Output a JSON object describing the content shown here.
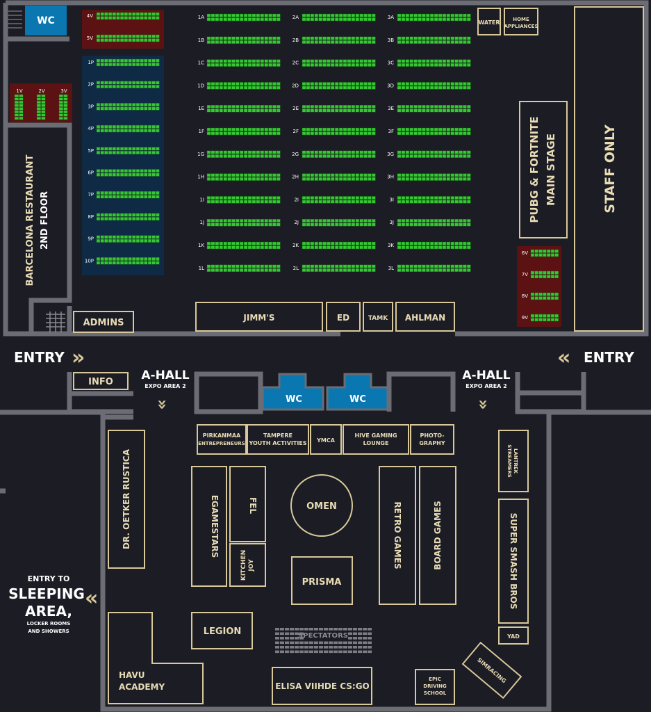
{
  "colors": {
    "background": "#1c1c25",
    "wall": "#6b6c74",
    "room_border": "#d8c89a",
    "text": "#e8dcb5",
    "white_text": "#ffffff",
    "wc_fill": "#0b77b1",
    "seat_green": "#36c734",
    "seat_border": "#1a5a17",
    "vip_fill": "#5c1212",
    "pro_fill": "#0e2a44",
    "spectator_gray": "#7c7c86",
    "icon_fill": "#d8c89a"
  },
  "wc_top": "WC",
  "wc_lower_left": "WC",
  "wc_lower_right": "WC",
  "vip_block_top": [
    "4V",
    "5V"
  ],
  "vip_block_left": [
    "1V",
    "2V",
    "3V"
  ],
  "vip_block_right": [
    "6V",
    "7V",
    "8V",
    "9V"
  ],
  "pro_rows": [
    "1P",
    "2P",
    "3P",
    "4P",
    "5P",
    "6P",
    "7P",
    "8P",
    "9P",
    "10P"
  ],
  "col1_rows": [
    "1A",
    "1B",
    "1C",
    "1D",
    "1E",
    "1F",
    "1G",
    "1H",
    "1I",
    "1J",
    "1K",
    "1L"
  ],
  "col2_rows": [
    "2A",
    "2B",
    "2C",
    "2D",
    "2E",
    "2F",
    "2G",
    "2H",
    "2I",
    "2J",
    "2K",
    "2L"
  ],
  "col3_rows": [
    "3A",
    "3B",
    "3C",
    "3D",
    "3E",
    "3F",
    "3G",
    "3H",
    "3I",
    "3J",
    "3K",
    "3L"
  ],
  "restaurant": {
    "line1": "BARCELONA RESTAURANT",
    "line2": "2ND FLOOR"
  },
  "admins": "ADMINS",
  "water": "WATER",
  "home_appliances": {
    "line1": "HOME",
    "line2": "APPLIANCES"
  },
  "main_stage": {
    "line1": "PUBG & FORTNITE",
    "line2": "MAIN STAGE"
  },
  "staff_only": "STAFF ONLY",
  "booths_top": {
    "jimms": "JIMM'S",
    "ed": "ED",
    "tamk": "TAMK",
    "ahlman": "AHLMAN"
  },
  "entry_left": {
    "label": "ENTRY",
    "arrow": "»"
  },
  "entry_right": {
    "label": "ENTRY",
    "arrow": "«"
  },
  "info": "INFO",
  "ahall_left": {
    "title": "A-HALL",
    "sub": "EXPO AREA 2",
    "arrow": "»"
  },
  "ahall_right": {
    "title": "A-HALL",
    "sub": "EXPO AREA 2",
    "arrow": "»"
  },
  "booths_row": {
    "pirkanmaa": {
      "line1": "PIRKANMAA",
      "line2": "ENTREPRENEURS"
    },
    "tampere": {
      "line1": "TAMPERE",
      "line2": "YOUTH ACTIVITIES"
    },
    "ymca": "YMCA",
    "hive": {
      "line1": "HIVE GAMING",
      "line2": "LOUNGE"
    },
    "photo": {
      "line1": "PHOTO-",
      "line2": "GRAPHY"
    }
  },
  "oetker": "DR. OETKER RUSTICA",
  "egamestars": "EGAMESTARS",
  "fel": "FEL",
  "kitchen_joy": {
    "line1": "KITCHEN",
    "line2": "JOY"
  },
  "omen": "OMEN",
  "prisma": "PRISMA",
  "retro_games": "RETRO GAMES",
  "board_games": "BOARD GAMES",
  "lantrek": {
    "line1": "LANTREK",
    "line2": "STREAMERS"
  },
  "super_smash": "SUPER SMASH BROS",
  "yad": "YAD",
  "legion": "LEGION",
  "spectators": "SPECTATORS",
  "havu": {
    "line1": "HAVU",
    "line2": "ACADEMY"
  },
  "elisa": "ELISA VIIHDE CS:GO",
  "epic": {
    "line1": "EPIC",
    "line2": "DRIVING",
    "line3": "SCHOOL"
  },
  "simracing": "SIMRACING",
  "sleeping": {
    "line1": "ENTRY TO",
    "line2": "SLEEPING",
    "line3": "AREA,",
    "line4": "LOCKER ROOMS",
    "line5": "AND SHOWERS",
    "arrow": "«"
  }
}
